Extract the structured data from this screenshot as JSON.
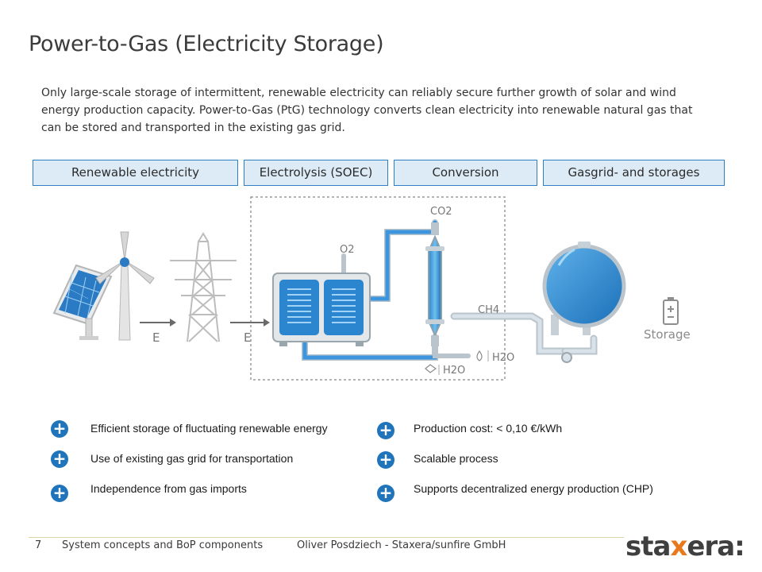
{
  "slide": {
    "title": "Power-to-Gas (Electricity Storage)",
    "intro": "Only large-scale storage of intermittent, renewable electricity can reliably secure further growth of solar and wind energy production capacity. Power-to-Gas (PtG) technology converts clean electricity into renewable natural gas that can be stored and transported in the existing gas grid."
  },
  "stages": [
    {
      "label": "Renewable electricity"
    },
    {
      "label": "Electrolysis (SOEC)"
    },
    {
      "label": "Conversion"
    },
    {
      "label": "Gasgrid- and storages"
    }
  ],
  "diagram_labels": {
    "energy_1": "E",
    "energy_2": "E",
    "o2": "O2",
    "co2": "CO2",
    "ch4": "CH4",
    "h2o_right": "H2O",
    "h2o_bottom": "H2O",
    "storage": "Storage"
  },
  "benefits": [
    {
      "text": "Efficient storage of fluctuating renewable energy"
    },
    {
      "text": "Use of existing gas grid for transportation"
    },
    {
      "text": "Independence from gas imports"
    },
    {
      "text": "Production cost: < 0,10 €/kWh"
    },
    {
      "text": "Scalable process"
    },
    {
      "text": "Supports decentralized energy production (CHP)"
    }
  ],
  "footer": {
    "page_number": "7",
    "section": "System concepts and BoP components",
    "author": "Oliver Posdziech - Staxera/sunfire GmbH"
  },
  "logo": {
    "part1": "sta",
    "part2": "x",
    "part3": "era:"
  },
  "colors": {
    "accent_blue": "#1f74bb",
    "stage_fill": "#dcebf6",
    "logo_orange": "#e8791d"
  },
  "icons": {
    "plus": "+"
  }
}
